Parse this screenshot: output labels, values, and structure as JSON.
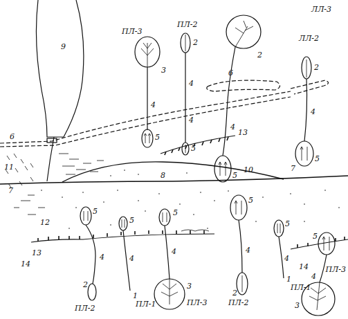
{
  "diagram": {
    "labels": [
      "9",
      "ПЛ-3",
      "3",
      "ПЛ-2",
      "2",
      "ЛЛ-3",
      "ЛЛ-2",
      "2",
      "2",
      "6",
      "6",
      "4",
      "4",
      "4",
      "4",
      "4",
      "5",
      "5",
      "13",
      "5",
      "5",
      "11",
      "7",
      "8",
      "10",
      "7",
      "12",
      "5",
      "5",
      "5",
      "5",
      "5",
      "13",
      "14",
      "4",
      "4",
      "4",
      "4",
      "4",
      "14",
      "5",
      "4",
      "2",
      "ПЛ-2",
      "1",
      "ПЛ-1",
      "3",
      "ПЛ-3",
      "2",
      "ПЛ-2",
      "1",
      "ПЛ-1",
      "ПЛ-3",
      "3"
    ]
  }
}
